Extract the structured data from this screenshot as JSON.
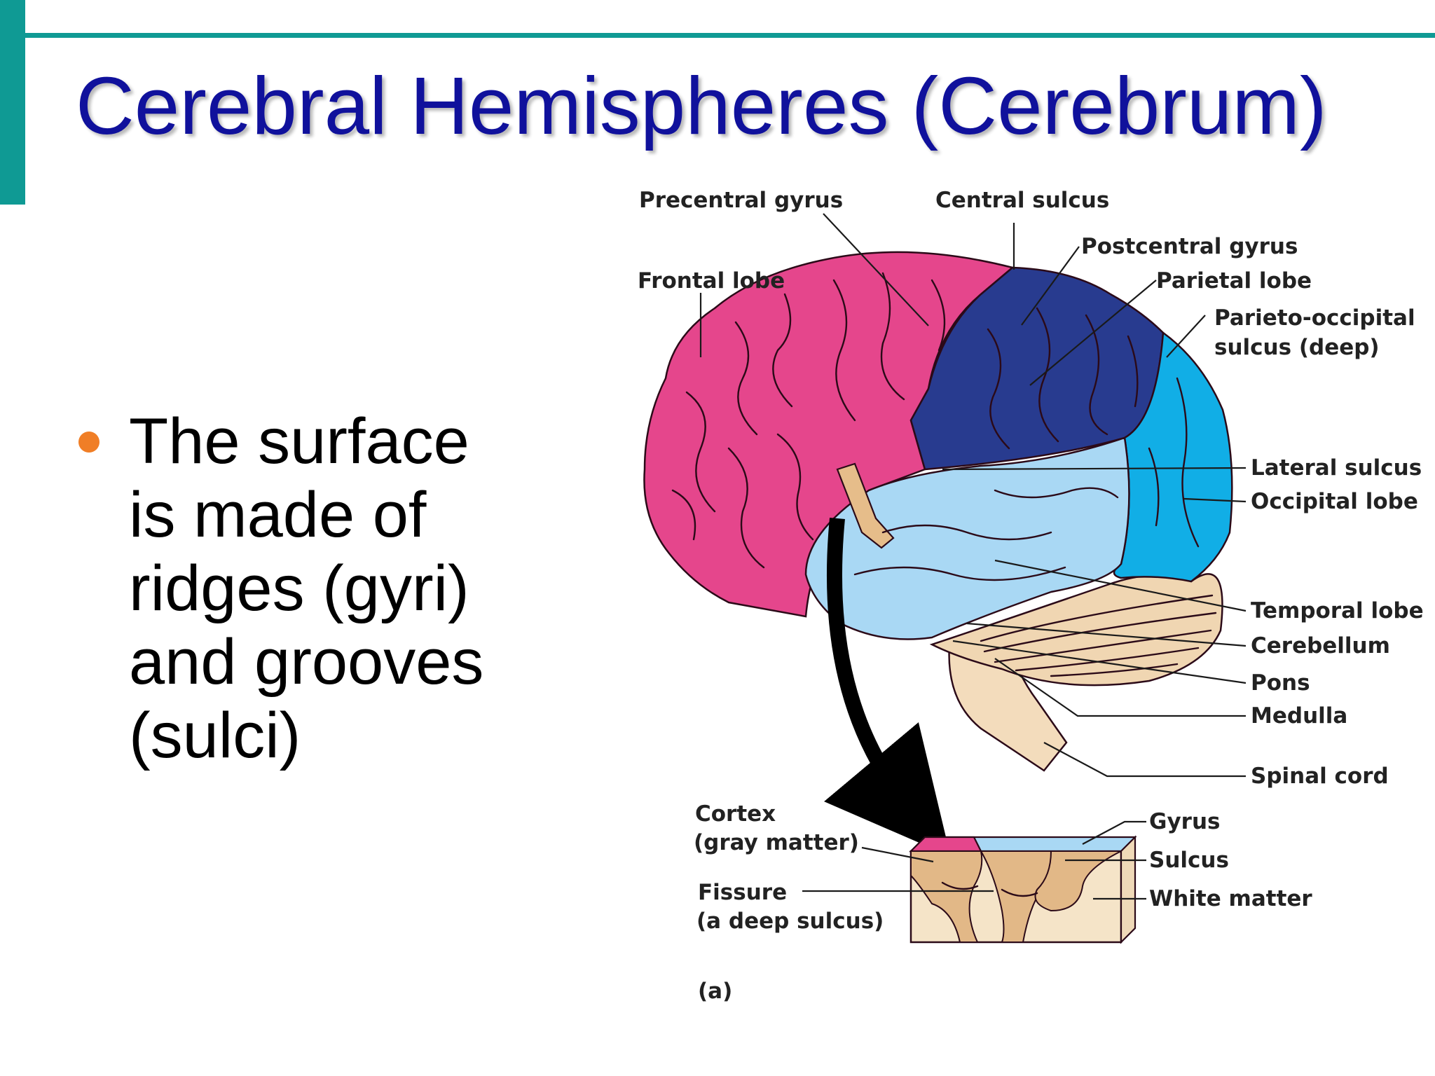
{
  "slide": {
    "title": "Cerebral Hemispheres (Cerebrum)",
    "bullet": "The surface is made of ridges (gyri) and grooves (sulci)"
  },
  "colors": {
    "accent": "#0f9a94",
    "title": "#10119c",
    "bullet": "#f07e26",
    "frontal_lobe": "#e5468c",
    "parietal_lobe": "#283b8f",
    "occipital_lobe": "#11aee6",
    "temporal_lobe": "#a9d8f4",
    "cerebellum": "#f0d6b2",
    "gray_matter": "#e5468c",
    "white_matter": "#f5e4c8"
  },
  "diagram": {
    "labels": {
      "precentral_gyrus": "Precentral gyrus",
      "central_sulcus": "Central sulcus",
      "postcentral_gyrus": "Postcentral gyrus",
      "frontal_lobe": "Frontal lobe",
      "parietal_lobe": "Parietal lobe",
      "parieto_occipital_1": "Parieto-occipital",
      "parieto_occipital_2": "sulcus (deep)",
      "lateral_sulcus": "Lateral sulcus",
      "occipital_lobe": "Occipital lobe",
      "temporal_lobe": "Temporal lobe",
      "cerebellum": "Cerebellum",
      "pons": "Pons",
      "medulla": "Medulla",
      "spinal_cord": "Spinal cord",
      "cortex_1": "Cortex",
      "cortex_2": "(gray matter)",
      "fissure_1": "Fissure",
      "fissure_2": "(a deep sulcus)",
      "gyrus": "Gyrus",
      "sulcus": "Sulcus",
      "white_matter": "White matter",
      "panel": "(a)"
    }
  }
}
